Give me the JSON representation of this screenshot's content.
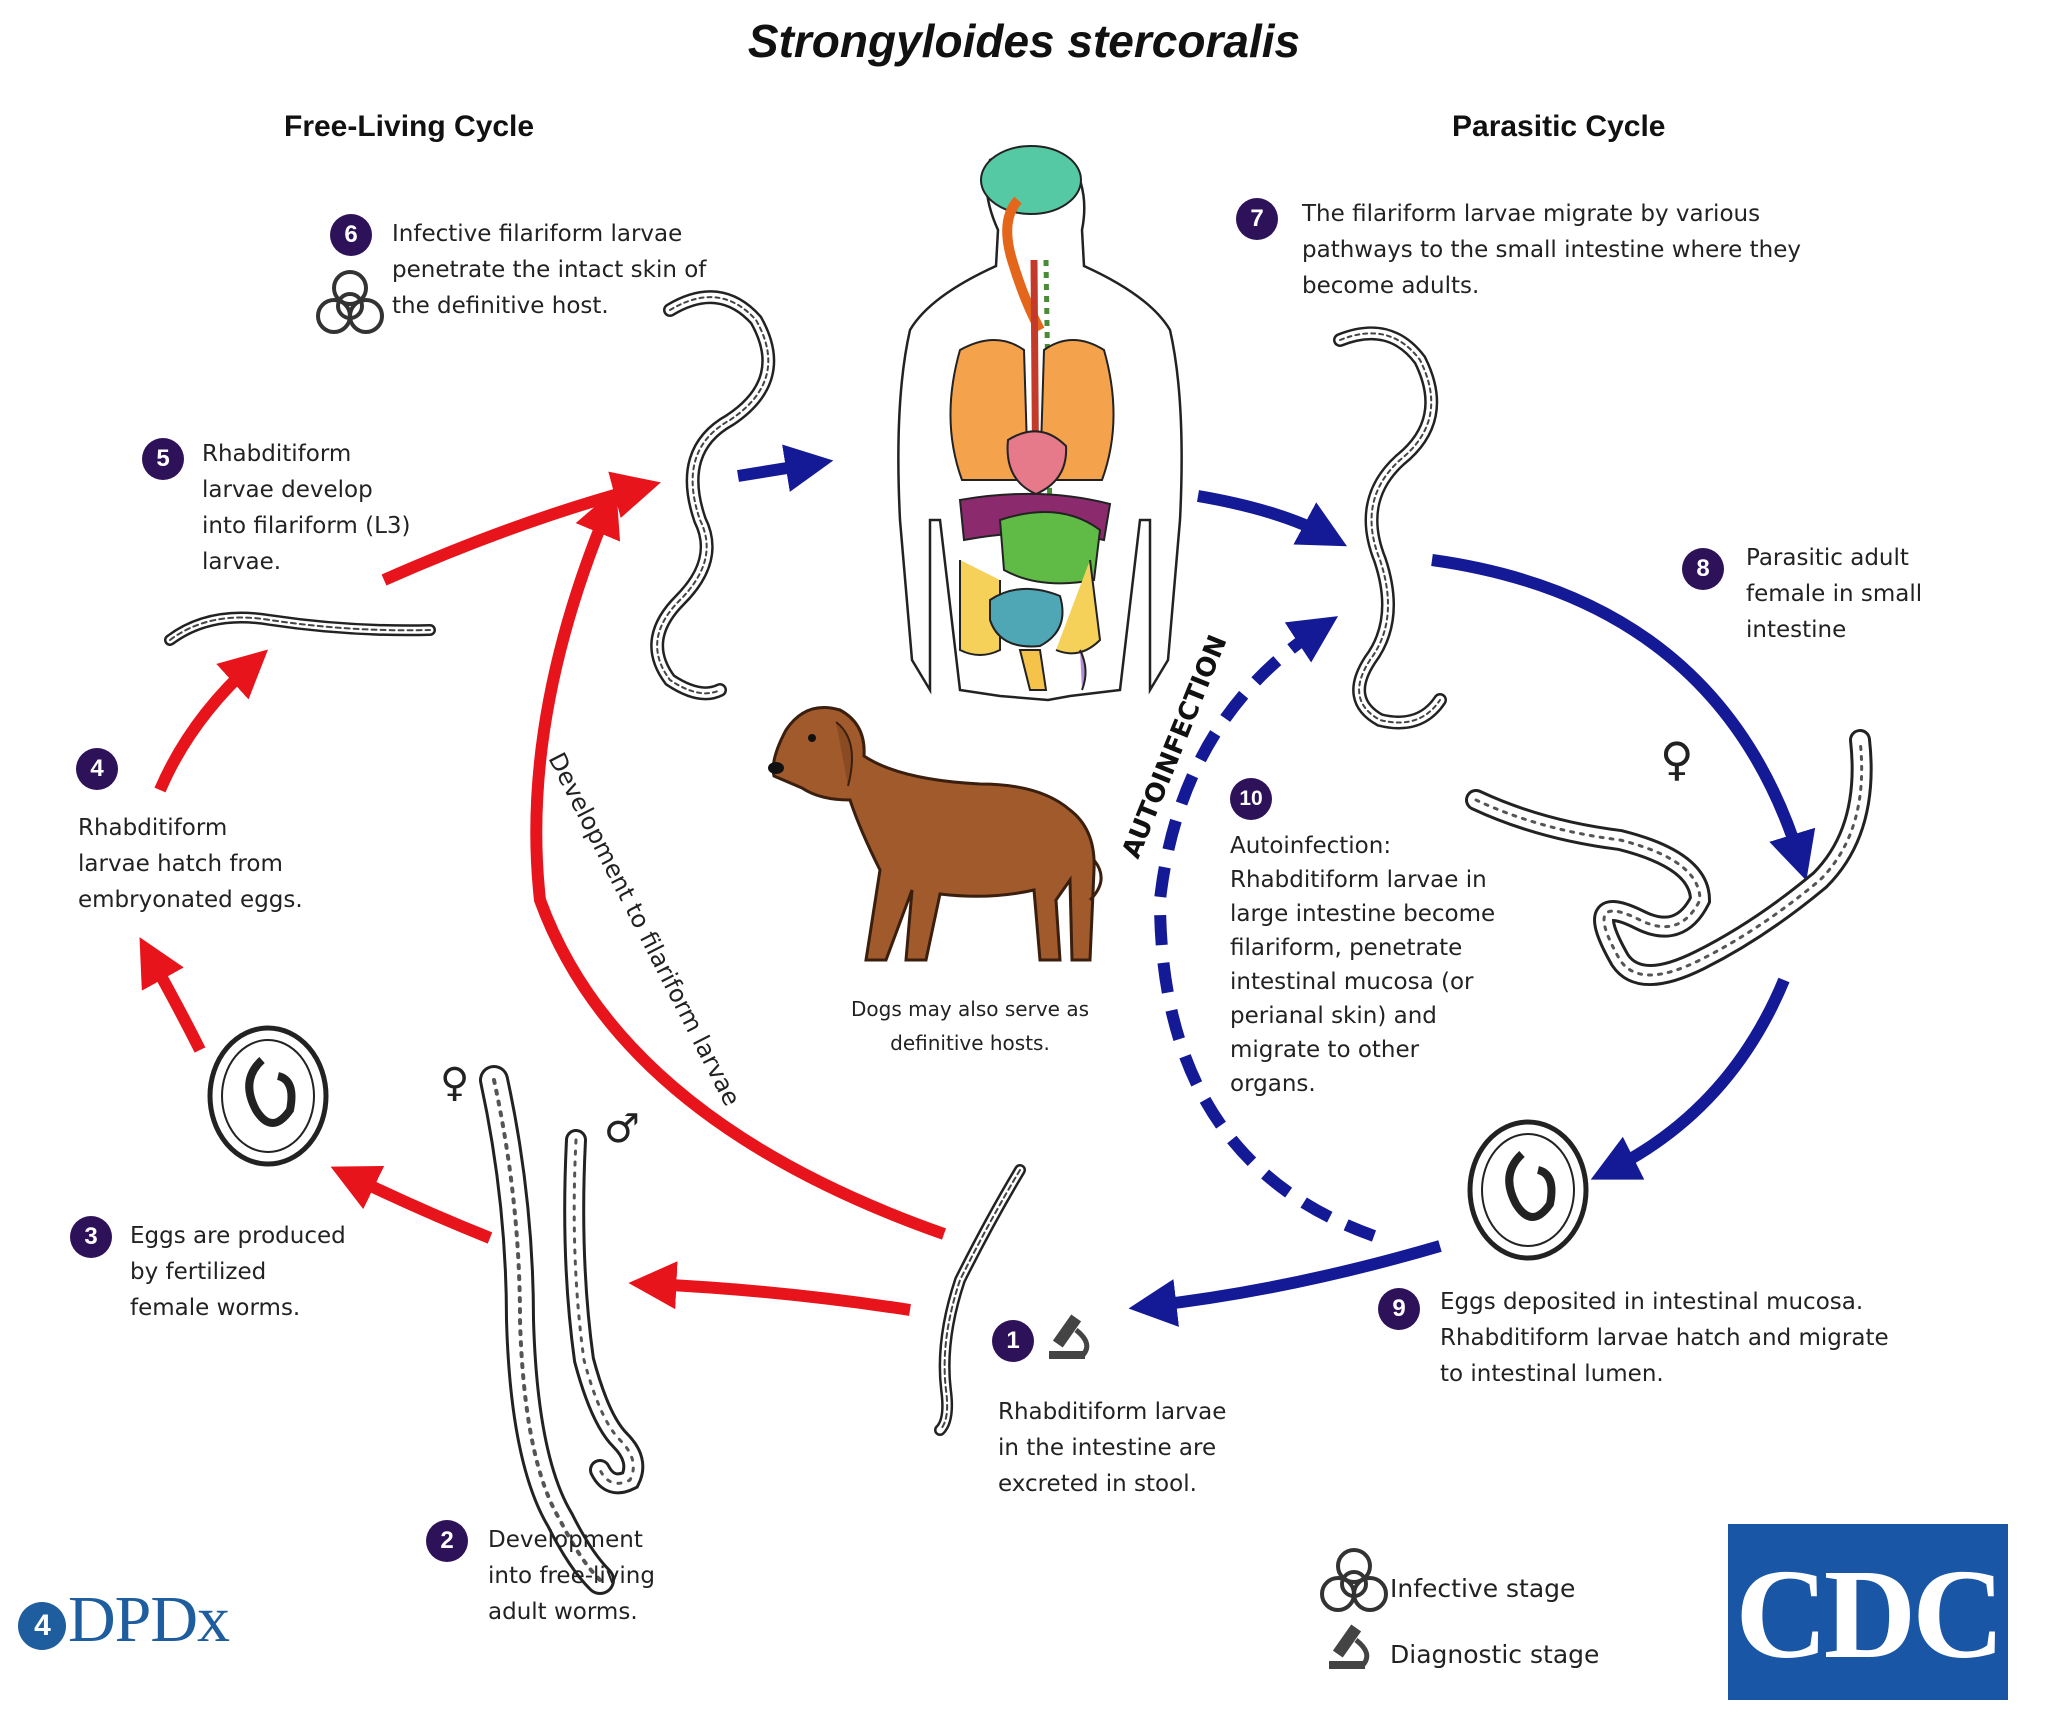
{
  "title": "Strongyloides stercoralis",
  "cycles": {
    "free_living": "Free-Living Cycle",
    "parasitic": "Parasitic Cycle"
  },
  "steps": [
    {
      "number": "1",
      "lines": [
        "Rhabditiform larvae",
        "in the intestine are",
        "excreted in stool."
      ]
    },
    {
      "number": "2",
      "lines": [
        "Development",
        "into free-living",
        "adult worms."
      ]
    },
    {
      "number": "3",
      "lines": [
        "Eggs are produced",
        "by fertilized",
        "female worms."
      ]
    },
    {
      "number": "4",
      "lines": [
        "Rhabditiform",
        "larvae hatch from",
        "embryonated eggs."
      ]
    },
    {
      "number": "5",
      "lines": [
        "Rhabditiform",
        "larvae develop",
        "into filariform (L3)",
        "larvae."
      ]
    },
    {
      "number": "6",
      "lines": [
        "Infective filariform larvae",
        "penetrate the intact skin of",
        "the definitive host."
      ]
    },
    {
      "number": "7",
      "lines": [
        "The filariform larvae migrate by various",
        "pathways to the small intestine where they",
        "become adults."
      ]
    },
    {
      "number": "8",
      "lines": [
        "Parasitic adult",
        "female in small",
        "intestine"
      ]
    },
    {
      "number": "9",
      "lines": [
        "Eggs deposited in intestinal mucosa.",
        "Rhabditiform larvae hatch and migrate",
        "to intestinal lumen."
      ]
    },
    {
      "number": "10",
      "lines": [
        "Autoinfection:",
        "Rhabditiform larvae in",
        "large intestine become",
        "filariform, penetrate",
        "intestinal mucosa (or",
        "perianal skin) and",
        "migrate to other",
        "organs."
      ]
    }
  ],
  "labels": {
    "development_path": "Development to filariform larvae",
    "autoinfection": "AUTOINFECTION",
    "dog_caption": "Dogs may also serve as\ndefinitive hosts."
  },
  "symbols": {
    "female": "♀",
    "male": "♂"
  },
  "legend": {
    "infective": "Infective stage",
    "diagnostic": "Diagnostic stage"
  },
  "logos": {
    "dpdx_mark": "4",
    "dpdx": "DPDx",
    "cdc": "CDC"
  },
  "colors": {
    "free_living_arrow": "#e8141c",
    "parasitic_arrow": "#141a96",
    "step_badge": "#2e1259",
    "cdc_blue": "#1a56a6",
    "dpdx_blue": "#1f5e9e"
  },
  "icons": [
    "biohazard-icon",
    "microscope-icon",
    "female-symbol",
    "male-symbol",
    "dog-illustration",
    "human-body-illustration",
    "worm-illustration",
    "egg-illustration"
  ]
}
